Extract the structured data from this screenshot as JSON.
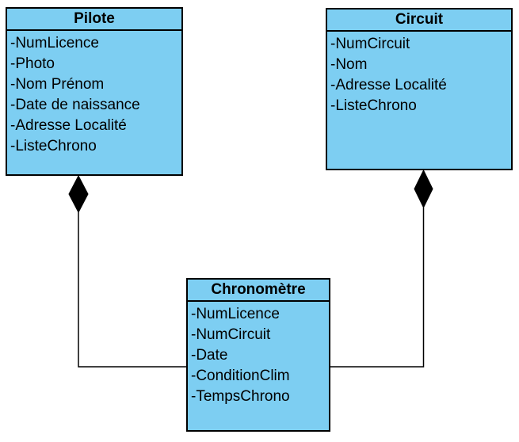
{
  "diagram": {
    "type": "uml-class-diagram",
    "background_color": "#ffffff",
    "class_fill_color": "#7DCEF2",
    "class_border_color": "#000000",
    "text_color": "#000000",
    "classes": [
      {
        "name": "Pilote",
        "attributes": [
          "-NumLicence",
          "-Photo",
          "-Nom Prénom",
          "-Date de naissance",
          "-Adresse Localité",
          "-ListeChrono"
        ]
      },
      {
        "name": "Circuit",
        "attributes": [
          "-NumCircuit",
          "-Nom",
          "-Adresse Localité",
          "-ListeChrono"
        ]
      },
      {
        "name": "Chronomètre",
        "attributes": [
          "-NumLicence",
          "-NumCircuit",
          "-Date",
          "-ConditionClim",
          "-TempsChrono"
        ]
      }
    ],
    "relationships": [
      {
        "type": "composition",
        "diamond_at": "Pilote",
        "from": "Pilote",
        "to": "Chronomètre"
      },
      {
        "type": "composition",
        "diamond_at": "Circuit",
        "from": "Circuit",
        "to": "Chronomètre"
      }
    ]
  }
}
